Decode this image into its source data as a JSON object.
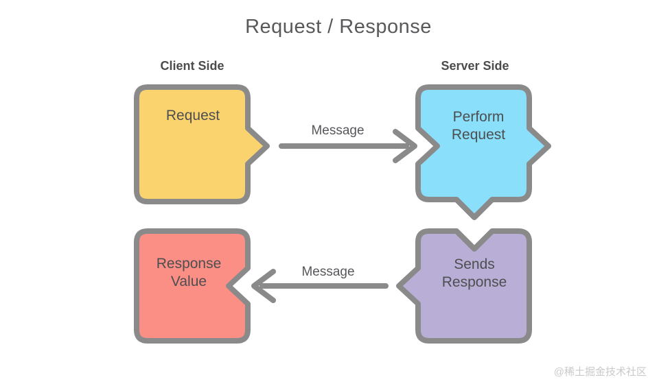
{
  "title": "Request / Response",
  "columns": {
    "client": "Client Side",
    "server": "Server Side"
  },
  "boxes": [
    {
      "id": "request",
      "side": "client",
      "fill": "#FBD36E",
      "label_lines": [
        "Request"
      ]
    },
    {
      "id": "perform-request",
      "side": "server",
      "fill": "#8ADFFA",
      "label_lines": [
        "Perform",
        "Request"
      ]
    },
    {
      "id": "response-value",
      "side": "client",
      "fill": "#FB8E85",
      "label_lines": [
        "Response",
        "Value"
      ]
    },
    {
      "id": "sends-response",
      "side": "server",
      "fill": "#B9AFD6",
      "label_lines": [
        "Sends",
        "Response"
      ]
    }
  ],
  "arrows": [
    {
      "id": "client-to-server",
      "label": "Message",
      "direction": "right"
    },
    {
      "id": "server-to-client",
      "label": "Message",
      "direction": "left"
    }
  ],
  "colors": {
    "background": "#FFFFFF",
    "border": "#8A8A8B",
    "arrow": "#8A8A8B",
    "title_text": "#58595B",
    "side_label_text": "#4A4B4D",
    "box_text": "#4D4E50",
    "message_text": "#56575A",
    "watermark_text": "#C9C9C9"
  },
  "watermark": "@稀土掘金技术社区"
}
